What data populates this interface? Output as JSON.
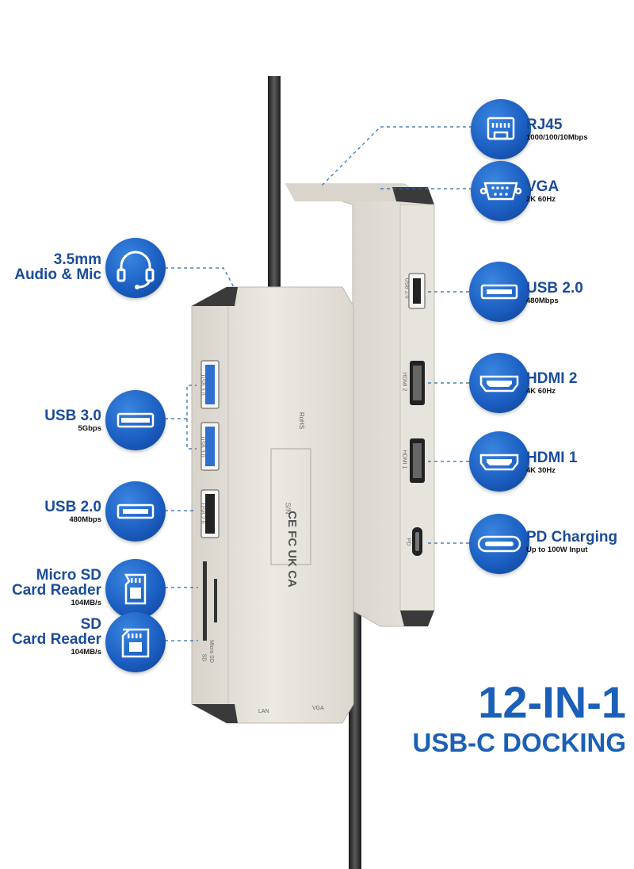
{
  "right_labels": [
    {
      "id": "rj45",
      "title": "RJ45",
      "sub": "1000/100/10Mbps",
      "icon": "ethernet-port-icon"
    },
    {
      "id": "vga",
      "title": "VGA",
      "sub": "2K 60Hz",
      "icon": "vga-port-icon"
    },
    {
      "id": "usb20r",
      "title": "USB 2.0",
      "sub": "480Mbps",
      "icon": "usb-a-port-icon"
    },
    {
      "id": "hdmi2",
      "title": "HDMI 2",
      "sub": "4K 60Hz",
      "icon": "hdmi-port-icon"
    },
    {
      "id": "hdmi1",
      "title": "HDMI 1",
      "sub": "4K 30Hz",
      "icon": "hdmi-port-icon"
    },
    {
      "id": "pd",
      "title": "PD Charging",
      "sub": "Up to 100W Input",
      "icon": "usb-c-port-icon"
    }
  ],
  "left_labels": [
    {
      "id": "audio",
      "line1": "3.5mm",
      "line2": "Audio & Mic",
      "icon": "headset-icon"
    },
    {
      "id": "usb30",
      "title": "USB 3.0",
      "sub": "5Gbps",
      "icon": "usb-a-port-icon"
    },
    {
      "id": "usb20l",
      "title": "USB 2.0",
      "sub": "480Mbps",
      "icon": "usb-a-port-icon"
    },
    {
      "id": "microsd",
      "line1": "Micro SD",
      "line2": "Card Reader",
      "sub": "104MB/s",
      "icon": "micro-sd-card-icon"
    },
    {
      "id": "sd",
      "line1": "SD",
      "line2": "Card Reader",
      "sub": "104MB/s",
      "icon": "sd-card-icon"
    }
  ],
  "device_text": {
    "usb30_a": "USB 3.0",
    "usb30_b": "USB 3.0",
    "usb20": "USB 2.0",
    "sd": "SD",
    "microsd": "Micro SD",
    "lan": "LAN",
    "vga": "VGA",
    "sn": "S/N",
    "marks": "CE FC UK CA",
    "rohs": "RoHS",
    "usb20_back": "USB 2.0",
    "hdmi2_back": "HDMI 2",
    "hdmi1_back": "HDMI 1",
    "pd_back": "PD"
  },
  "headline": {
    "line1": "12-IN-1",
    "line2": "USB-C DOCKING"
  },
  "colors": {
    "brand_blue": "#1b5fb8",
    "circle_blue": "#1c5fc2",
    "device_silver": "#e6e3dc",
    "usb3_blue": "#2f6fd0"
  }
}
